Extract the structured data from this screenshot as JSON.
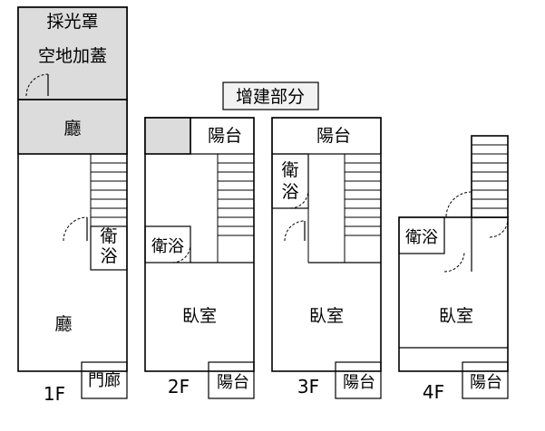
{
  "title": "增建部分",
  "floors": {
    "f1": {
      "label": "1F",
      "rooms": {
        "skylight_top": "採光罩",
        "skylight_bottom": "空地加蓋",
        "living_upper": "廳",
        "living_lower": "廳",
        "bathroom_top": "衛",
        "bathroom_bottom": "浴",
        "porch": "門廊"
      }
    },
    "f2": {
      "label": "2F",
      "rooms": {
        "balcony_front": "陽台",
        "bathroom": "衛浴",
        "bedroom": "臥室",
        "balcony_back": "陽台"
      }
    },
    "f3": {
      "label": "3F",
      "rooms": {
        "balcony_front": "陽台",
        "bathroom_top": "衛",
        "bathroom_bottom": "浴",
        "bedroom": "臥室",
        "balcony_back": "陽台"
      }
    },
    "f4": {
      "label": "4F",
      "rooms": {
        "bathroom": "衛浴",
        "bedroom": "臥室",
        "balcony_back": "陽台"
      }
    }
  },
  "colors": {
    "added_area": "#dcdcdc",
    "walls": "#000000"
  }
}
